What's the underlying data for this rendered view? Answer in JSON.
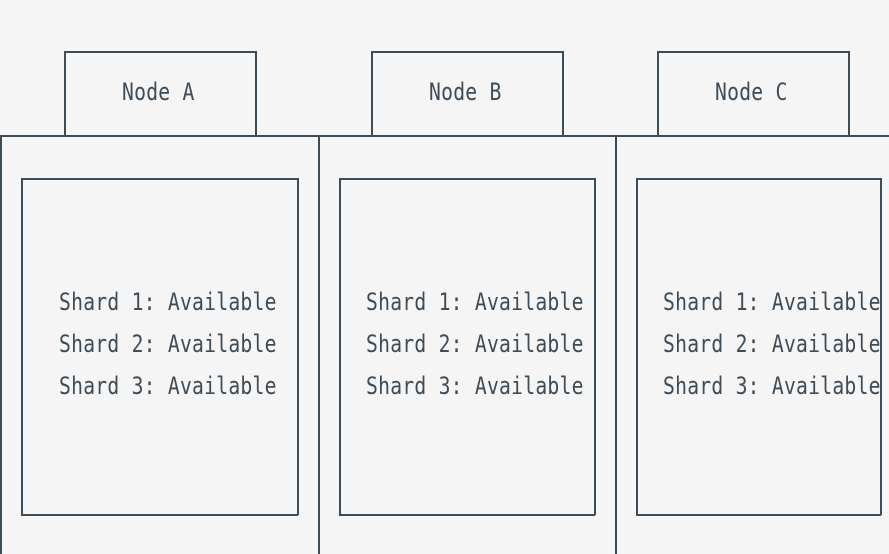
{
  "nodes": [
    {
      "label": "Node A",
      "shards": [
        "Shard 1: Available",
        "Shard 2: Available",
        "Shard 3: Available"
      ]
    },
    {
      "label": "Node B",
      "shards": [
        "Shard 1: Available",
        "Shard 2: Available",
        "Shard 3: Available"
      ]
    },
    {
      "label": "Node C",
      "shards": [
        "Shard 1: Available",
        "Shard 2: Available",
        "Shard 3: Available"
      ]
    }
  ],
  "colors": {
    "background": "#f5f5f5",
    "ink": "#3e4c57"
  }
}
